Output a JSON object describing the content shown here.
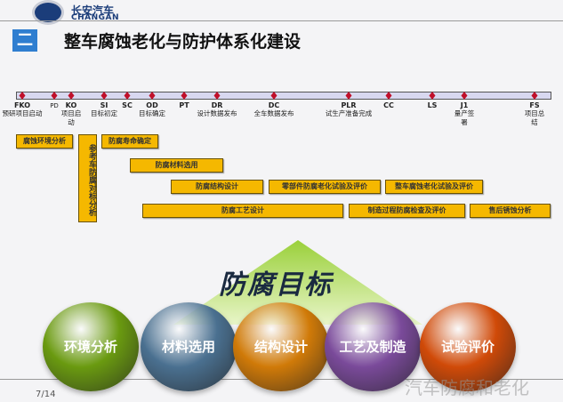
{
  "header": {
    "logo_cn": "长安汽车",
    "logo_en": "CHANGAN",
    "section_number": "二",
    "title": "整车腐蚀老化与防护体系化建设"
  },
  "milestones": [
    {
      "code": "FKO",
      "desc": "预研项目启动"
    },
    {
      "code": "PD",
      "desc": ""
    },
    {
      "code": "KO",
      "desc": "项目启\n动"
    },
    {
      "code": "SI",
      "desc": "目标初定"
    },
    {
      "code": "SC",
      "desc": ""
    },
    {
      "code": "OD",
      "desc": "目标确定"
    },
    {
      "code": "PT",
      "desc": ""
    },
    {
      "code": "DR",
      "desc": "设计数据发布"
    },
    {
      "code": "DC",
      "desc": "全车数据发布"
    },
    {
      "code": "PLR",
      "desc": "试生产准备完成"
    },
    {
      "code": "CC",
      "desc": ""
    },
    {
      "code": "LS",
      "desc": ""
    },
    {
      "code": "J1",
      "desc": "量产签\n署"
    },
    {
      "code": "FS",
      "desc": "项目总\n结"
    }
  ],
  "tasks": [
    "腐蚀环境分析",
    "参考车防腐对标分析",
    "防腐寿命确定",
    "防腐材料选用",
    "防腐结构设计",
    "零部件防腐老化试验及评价",
    "整车腐蚀老化试验及评价",
    "防腐工艺设计",
    "制造过程防腐检查及评价",
    "售后锈蚀分析"
  ],
  "goal": "防腐目标",
  "pillars": [
    {
      "label": "环境分析",
      "color": "#6a9a10"
    },
    {
      "label": "材料选用",
      "color": "#4a7090"
    },
    {
      "label": "结构设计",
      "color": "#d07a08"
    },
    {
      "label": "工艺及制造",
      "color": "#7a4a9a"
    },
    {
      "label": "试验评价",
      "color": "#d04a08"
    }
  ],
  "footer": {
    "page": "7/14",
    "watermark": "汽车防腐和老化"
  }
}
